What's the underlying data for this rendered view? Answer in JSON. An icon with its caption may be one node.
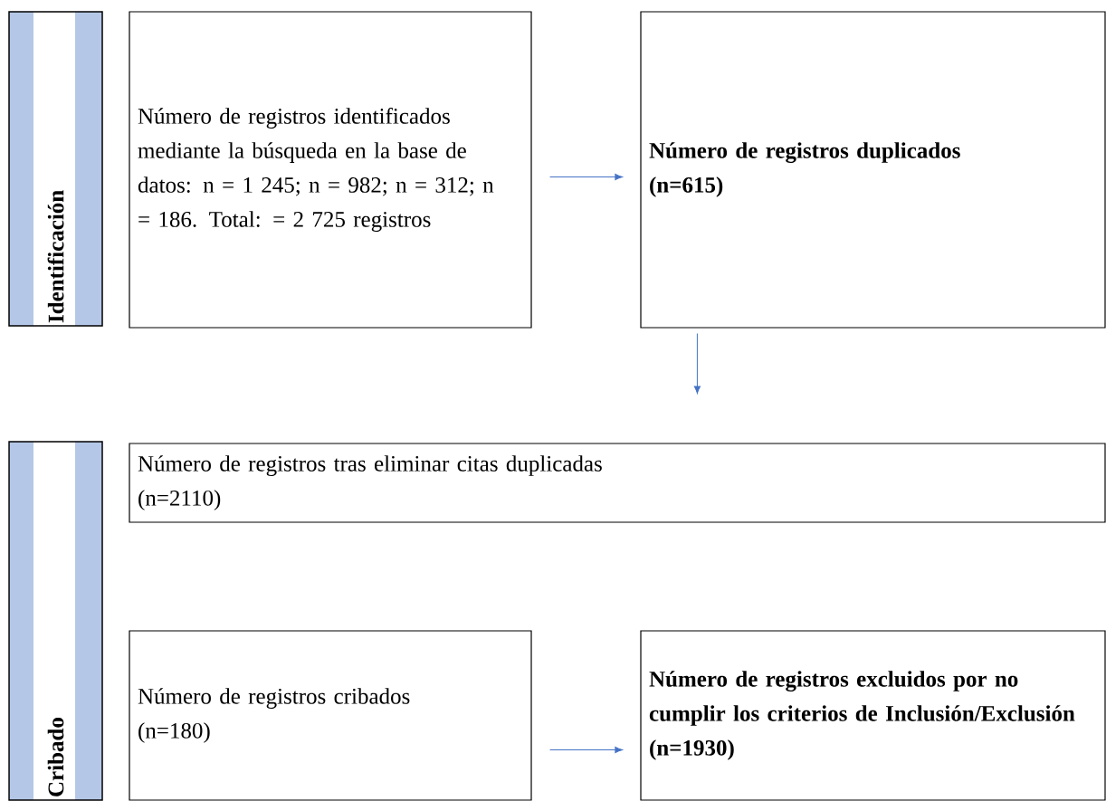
{
  "diagram": {
    "nodes": [
      {
        "text": [
          "Identificación"
        ]
      },
      {
        "text": [
          "Número de registros identificados mediante la búsqueda en la base de datos: n = 1 245; n = 982; n = 312; n = 186. Total: = 2 725 registros"
        ]
      },
      {
        "text": [
          "Número de registros duplicados",
          "(n=615)"
        ]
      },
      {
        "text": [
          "Cribado"
        ]
      },
      {
        "text": [
          "Número de registros tras eliminar citas duplicadas",
          "(n=2110)"
        ]
      },
      {
        "text": [
          "Número de registros cribados",
          "(n=180)"
        ]
      },
      {
        "text": [
          "Número de registros excluidos por no cumplir los criterios de Inclusión/Exclusión",
          "(n=1930)"
        ]
      }
    ],
    "edges": [
      {
        "from": 1,
        "to": 2,
        "arrow": "to"
      },
      {
        "from": 2,
        "to": 4,
        "arrow": "to"
      },
      {
        "from": 5,
        "to": 6,
        "arrow": "to"
      }
    ]
  }
}
